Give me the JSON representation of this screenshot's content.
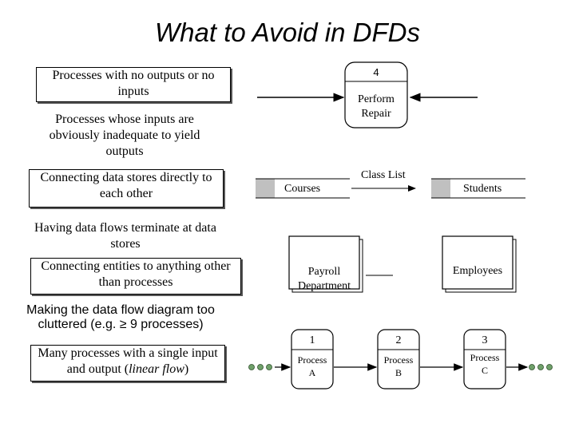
{
  "title": "What to Avoid in DFDs",
  "rules": {
    "no_outputs": "Processes with no outputs or no inputs",
    "inadequate_inputs": "Processes  whose inputs are obviously inadequate to yield outputs",
    "stores_connected": "Connecting data stores directly to each other",
    "flows_terminate": "Having data flows terminate at data stores",
    "entities_connected": "Connecting entities to anything other than processes",
    "cluttered": "Making the data flow diagram too cluttered (e.g. ≥ 9 processes)",
    "linear_prefix": "Many processes with a single input and output (",
    "linear_italic": "linear flow",
    "linear_suffix": ")"
  },
  "examples": {
    "perform_repair": {
      "id": "4",
      "label": "Perform Repair"
    },
    "stores": {
      "left": "Courses",
      "right": "Students",
      "flow": "Class List"
    },
    "entities": {
      "left": "Payroll Department",
      "right": "Employees"
    },
    "processes": [
      {
        "id": "1",
        "name": "Process",
        "letter": "A"
      },
      {
        "id": "2",
        "name": "Process",
        "letter": "B"
      },
      {
        "id": "3",
        "name": "Process",
        "letter": "C"
      }
    ]
  },
  "colors": {
    "store_fill": "#c0c0c0",
    "dot_fill": "#6fa06a",
    "line": "#000000"
  }
}
